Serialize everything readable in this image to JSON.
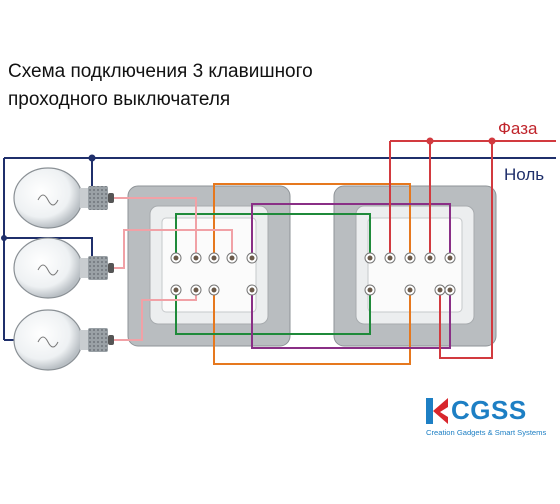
{
  "title": {
    "line1": "Схема подключения 3 клавишного",
    "line2": "проходного выключателя"
  },
  "labels": {
    "phase": "Фаза",
    "neutral": "Ноль"
  },
  "logo": {
    "name": "CGSS",
    "tagline": "Creation Gadgets & Smart Systems",
    "icon": "cgss-k-logo-icon"
  },
  "colors": {
    "phase": "#d23a3f",
    "neutral": "#1f2f6b",
    "green": "#1f8a3a",
    "orange": "#e6781e",
    "purple": "#8a2f86",
    "pink": "#f1a1a6",
    "brand": "#1d7fc4"
  }
}
